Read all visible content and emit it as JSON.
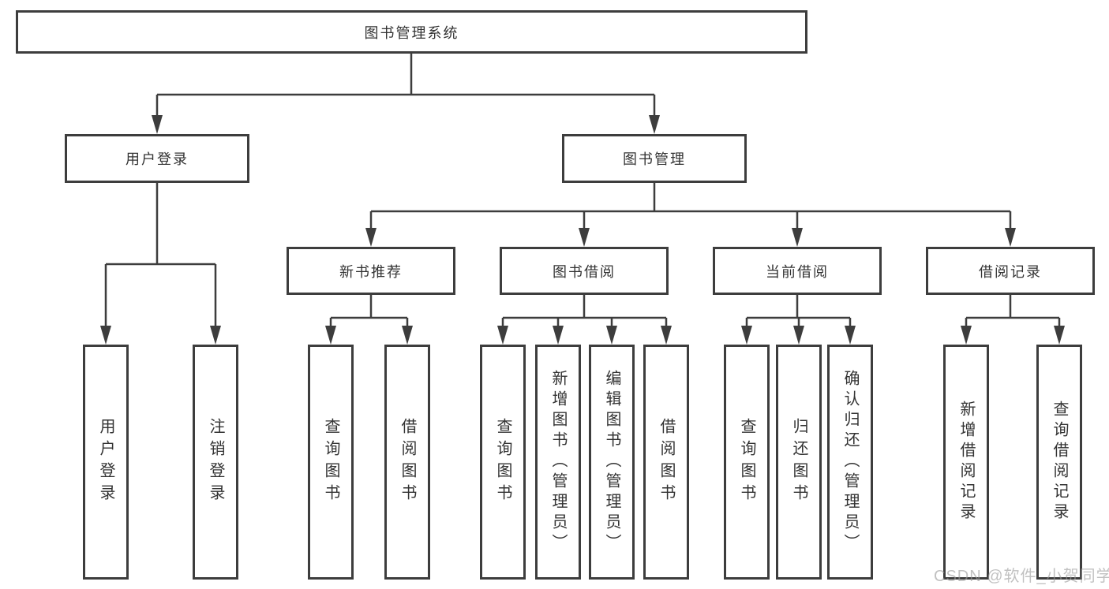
{
  "diagram": {
    "title": "图书管理系统",
    "root": {
      "label": "图书管理系统"
    },
    "branches": [
      {
        "label": "用户登录",
        "children": [
          "用户登录",
          "注销登录"
        ]
      },
      {
        "label": "图书管理",
        "groups": [
          {
            "label": "新书推荐",
            "children": [
              "查询图书",
              "借阅图书"
            ]
          },
          {
            "label": "图书借阅",
            "children": [
              "查询图书",
              "新增图书（管理员）",
              "编辑图书（管理员）",
              "借阅图书"
            ]
          },
          {
            "label": "当前借阅",
            "children": [
              "查询图书",
              "归还图书",
              "确认归还（管理员）"
            ]
          },
          {
            "label": "借阅记录",
            "children": [
              "新增借阅记录",
              "查询借阅记录"
            ]
          }
        ]
      }
    ],
    "watermark": "CSDN @软件_小贺同学",
    "colors": {
      "line": "#3d3d3d",
      "box_border": "#3d3d3d",
      "text": "#333333",
      "watermark": "#9b9b9b",
      "background": "#ffffff"
    }
  }
}
